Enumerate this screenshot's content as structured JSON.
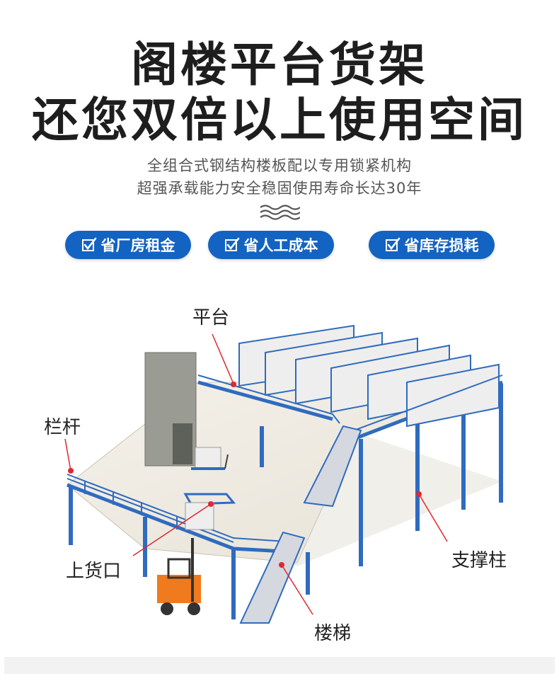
{
  "header": {
    "title_line1": "阁楼平台货架",
    "title_line2": "还您双倍以上使用空间",
    "subtitle_line1": "全组合式钢结构楼板配以专用锁紧机构",
    "subtitle_line2": "超强承载能力安全稳固使用寿命长达30年"
  },
  "badges": [
    {
      "label": "省厂房租金",
      "icon": "checkbox-icon"
    },
    {
      "label": "省人工成本",
      "icon": "checkbox-icon"
    },
    {
      "label": "省库存损耗",
      "icon": "checkbox-icon"
    }
  ],
  "callouts": {
    "platform": "平台",
    "railing": "栏杆",
    "loading_port": "上货口",
    "support_column": "支撑柱",
    "stairs": "楼梯"
  },
  "colors": {
    "accent": "#1363c3",
    "steel_blue": "#2f6bbf",
    "callout_red": "#e0282e",
    "forklift_orange": "#f07a1e"
  }
}
